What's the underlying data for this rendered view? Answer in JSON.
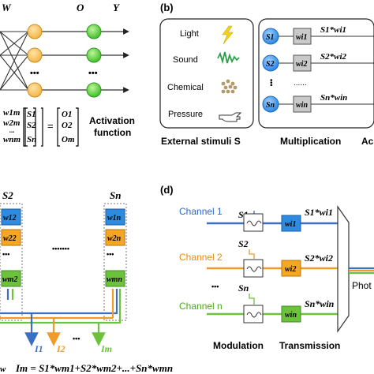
{
  "panel_a": {
    "label_w": "W",
    "label_o": "O",
    "label_y": "Y",
    "dots": "•••",
    "matrix_w": [
      "w1m",
      "w2m",
      "wnm"
    ],
    "matrix_w_dots": "...",
    "vector_s": [
      "S1",
      "S2",
      "Sn"
    ],
    "vector_o": [
      "O1",
      "O2",
      "Om"
    ],
    "equals": "=",
    "activation_line1": "Activation",
    "activation_line2": "function"
  },
  "panel_b": {
    "tag": "(b)",
    "stimuli": [
      "Light",
      "Sound",
      "Chemical",
      "Pressure"
    ],
    "caption_external": "External stimuli S",
    "caption_multiplication": "Multiplication",
    "caption_cut": "Ac",
    "s_nodes": [
      "S1",
      "S2",
      "Sn"
    ],
    "w_boxes": [
      "wi1",
      "wi2",
      "win"
    ],
    "products": [
      "S1*wi1",
      "S2*wi2",
      "Sn*win"
    ],
    "dots": "......",
    "vdots": "•••"
  },
  "panel_c": {
    "col_headers": [
      "S2",
      "Sn"
    ],
    "col1_weights": [
      "w12",
      "w22",
      "wm2"
    ],
    "col2_weights": [
      "w1n",
      "w2n",
      "wmn"
    ],
    "hdots": "•••••••",
    "vdots": "•••",
    "outputs": [
      "I1",
      "I2",
      "Im"
    ],
    "output_dots": "•••",
    "equation": "Im = S1*wm1+S2*wm2+...+Sn*wmn",
    "left_cut": "w",
    "colors": {
      "blue": "#3a6fc4",
      "orange": "#f09a2a",
      "green": "#6cc23a"
    }
  },
  "panel_d": {
    "tag": "(d)",
    "channels": [
      "Channel 1",
      "Channel 2",
      "Channel n"
    ],
    "s_labels": [
      "S1",
      "S2",
      "Sn"
    ],
    "w_boxes": [
      "wi1",
      "wi2",
      "win"
    ],
    "products": [
      "S1*wi1",
      "S2*wi2",
      "Sn*win"
    ],
    "dots": "•••",
    "caption_modulation": "Modulation",
    "caption_transmission": "Transmission",
    "photo_cut": "Phot"
  }
}
